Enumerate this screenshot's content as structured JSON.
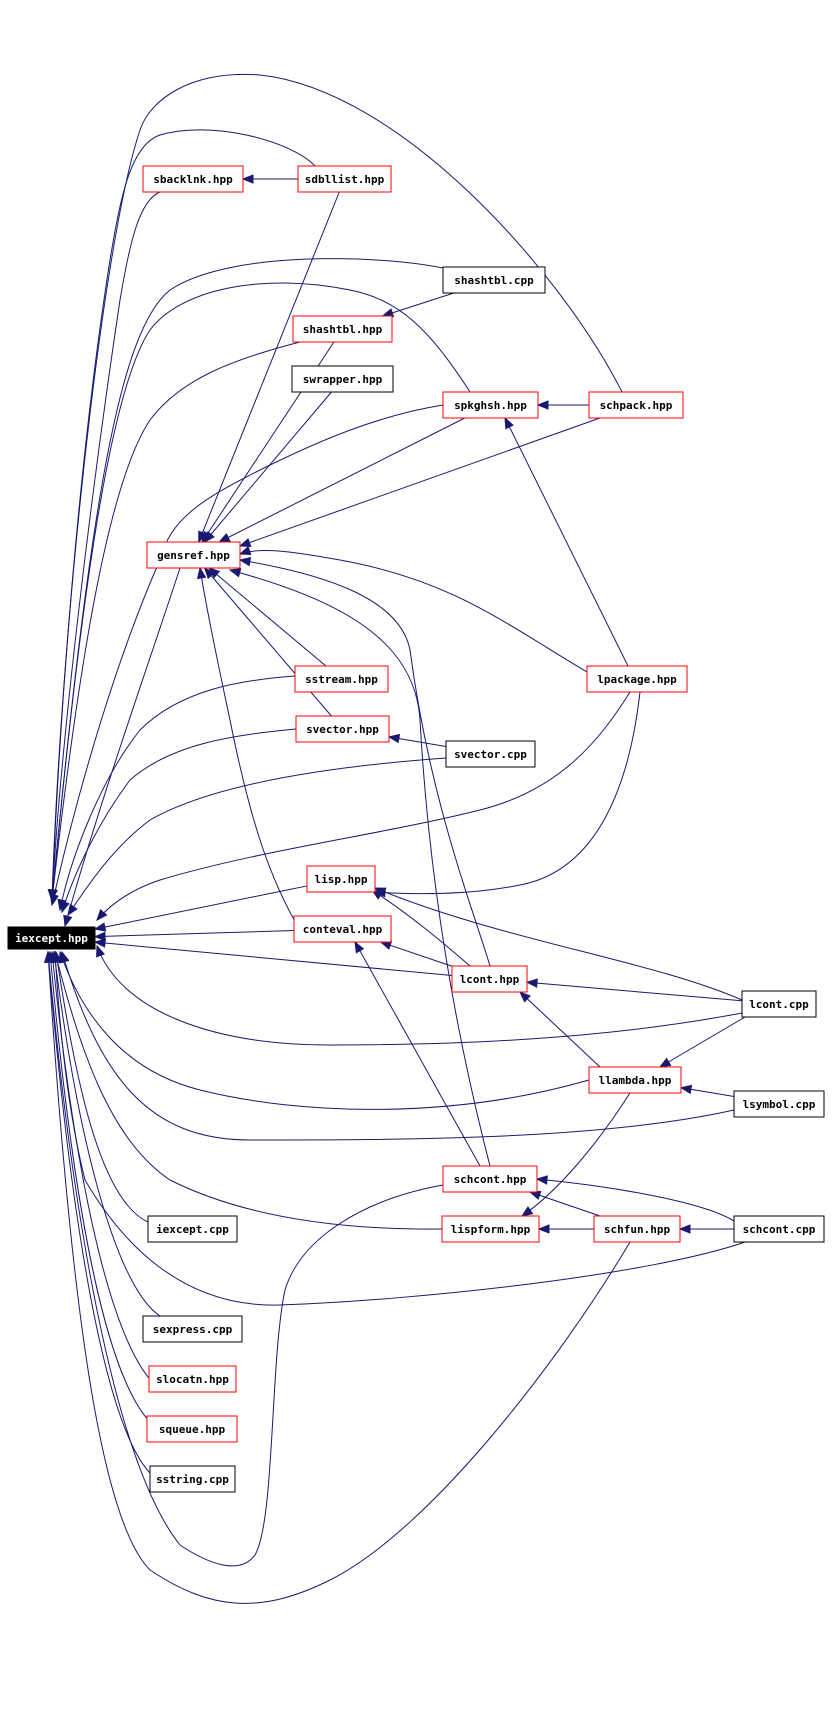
{
  "colors": {
    "edge": "#191970",
    "documented_border": "#ff0000",
    "plain_border": "#000000",
    "root_fill": "#000000",
    "root_text": "#ffffff",
    "node_fill": "#ffffff",
    "node_text": "#000000"
  },
  "nodes": [
    {
      "id": "iexcept_hpp",
      "label": "iexcept.hpp",
      "style": "root"
    },
    {
      "id": "sbacklnk_hpp",
      "label": "sbacklnk.hpp",
      "style": "red"
    },
    {
      "id": "sdbllist_hpp",
      "label": "sdbllist.hpp",
      "style": "red"
    },
    {
      "id": "shashtbl_cpp",
      "label": "shashtbl.cpp",
      "style": "black"
    },
    {
      "id": "shashtbl_hpp",
      "label": "shashtbl.hpp",
      "style": "red"
    },
    {
      "id": "swrapper_hpp",
      "label": "swrapper.hpp",
      "style": "black"
    },
    {
      "id": "spkghsh_hpp",
      "label": "spkghsh.hpp",
      "style": "red"
    },
    {
      "id": "schpack_hpp",
      "label": "schpack.hpp",
      "style": "red"
    },
    {
      "id": "gensref_hpp",
      "label": "gensref.hpp",
      "style": "red"
    },
    {
      "id": "sstream_hpp",
      "label": "sstream.hpp",
      "style": "red"
    },
    {
      "id": "lpackage_hpp",
      "label": "lpackage.hpp",
      "style": "red"
    },
    {
      "id": "svector_hpp",
      "label": "svector.hpp",
      "style": "red"
    },
    {
      "id": "svector_cpp",
      "label": "svector.cpp",
      "style": "black"
    },
    {
      "id": "lisp_hpp",
      "label": "lisp.hpp",
      "style": "red"
    },
    {
      "id": "conteval_hpp",
      "label": "conteval.hpp",
      "style": "red"
    },
    {
      "id": "lcont_hpp",
      "label": "lcont.hpp",
      "style": "red"
    },
    {
      "id": "lcont_cpp",
      "label": "lcont.cpp",
      "style": "black"
    },
    {
      "id": "llambda_hpp",
      "label": "llambda.hpp",
      "style": "red"
    },
    {
      "id": "lsymbol_cpp",
      "label": "lsymbol.cpp",
      "style": "black"
    },
    {
      "id": "schcont_hpp",
      "label": "schcont.hpp",
      "style": "red"
    },
    {
      "id": "iexcept_cpp",
      "label": "iexcept.cpp",
      "style": "black"
    },
    {
      "id": "lispform_hpp",
      "label": "lispform.hpp",
      "style": "red"
    },
    {
      "id": "schfun_hpp",
      "label": "schfun.hpp",
      "style": "red"
    },
    {
      "id": "schcont_cpp",
      "label": "schcont.cpp",
      "style": "black"
    },
    {
      "id": "sexpress_cpp",
      "label": "sexpress.cpp",
      "style": "black"
    },
    {
      "id": "slocatn_hpp",
      "label": "slocatn.hpp",
      "style": "red"
    },
    {
      "id": "squeue_hpp",
      "label": "squeue.hpp",
      "style": "red"
    },
    {
      "id": "sstring_cpp",
      "label": "sstring.cpp",
      "style": "black"
    }
  ],
  "edges": [
    [
      "sbacklnk_hpp",
      "iexcept_hpp"
    ],
    [
      "sdbllist_hpp",
      "sbacklnk_hpp"
    ],
    [
      "sdbllist_hpp",
      "iexcept_hpp"
    ],
    [
      "sdbllist_hpp",
      "gensref_hpp"
    ],
    [
      "schpack_hpp",
      "iexcept_hpp"
    ],
    [
      "shashtbl_cpp",
      "iexcept_hpp"
    ],
    [
      "shashtbl_cpp",
      "shashtbl_hpp"
    ],
    [
      "shashtbl_hpp",
      "iexcept_hpp"
    ],
    [
      "shashtbl_hpp",
      "gensref_hpp"
    ],
    [
      "swrapper_hpp",
      "gensref_hpp"
    ],
    [
      "spkghsh_hpp",
      "iexcept_hpp"
    ],
    [
      "spkghsh_hpp",
      "shashtbl_hpp"
    ],
    [
      "spkghsh_hpp",
      "gensref_hpp"
    ],
    [
      "schpack_hpp",
      "spkghsh_hpp"
    ],
    [
      "schpack_hpp",
      "gensref_hpp"
    ],
    [
      "gensref_hpp",
      "iexcept_hpp"
    ],
    [
      "sstream_hpp",
      "iexcept_hpp"
    ],
    [
      "sstream_hpp",
      "gensref_hpp"
    ],
    [
      "svector_hpp",
      "iexcept_hpp"
    ],
    [
      "svector_hpp",
      "gensref_hpp"
    ],
    [
      "svector_cpp",
      "svector_hpp"
    ],
    [
      "svector_cpp",
      "iexcept_hpp"
    ],
    [
      "lpackage_hpp",
      "iexcept_hpp"
    ],
    [
      "lpackage_hpp",
      "gensref_hpp"
    ],
    [
      "lpackage_hpp",
      "spkghsh_hpp"
    ],
    [
      "lpackage_hpp",
      "lisp_hpp"
    ],
    [
      "lisp_hpp",
      "iexcept_hpp"
    ],
    [
      "conteval_hpp",
      "iexcept_hpp"
    ],
    [
      "conteval_hpp",
      "gensref_hpp"
    ],
    [
      "lcont_hpp",
      "iexcept_hpp"
    ],
    [
      "lcont_hpp",
      "conteval_hpp"
    ],
    [
      "lcont_hpp",
      "lisp_hpp"
    ],
    [
      "lcont_hpp",
      "gensref_hpp"
    ],
    [
      "lcont_cpp",
      "lcont_hpp"
    ],
    [
      "lcont_cpp",
      "lisp_hpp"
    ],
    [
      "lcont_cpp",
      "iexcept_hpp"
    ],
    [
      "lcont_cpp",
      "llambda_hpp"
    ],
    [
      "llambda_hpp",
      "iexcept_hpp"
    ],
    [
      "llambda_hpp",
      "lcont_hpp"
    ],
    [
      "llambda_hpp",
      "lispform_hpp"
    ],
    [
      "lsymbol_cpp",
      "llambda_hpp"
    ],
    [
      "lsymbol_cpp",
      "iexcept_hpp"
    ],
    [
      "schcont_hpp",
      "conteval_hpp"
    ],
    [
      "schcont_hpp",
      "gensref_hpp"
    ],
    [
      "schcont_hpp",
      "iexcept_hpp"
    ],
    [
      "lispform_hpp",
      "iexcept_hpp"
    ],
    [
      "schfun_hpp",
      "lispform_hpp"
    ],
    [
      "schfun_hpp",
      "schcont_hpp"
    ],
    [
      "schfun_hpp",
      "iexcept_hpp"
    ],
    [
      "schcont_cpp",
      "schfun_hpp"
    ],
    [
      "schcont_cpp",
      "schcont_hpp"
    ],
    [
      "schcont_cpp",
      "iexcept_hpp"
    ],
    [
      "iexcept_cpp",
      "iexcept_hpp"
    ],
    [
      "sexpress_cpp",
      "iexcept_hpp"
    ],
    [
      "slocatn_hpp",
      "iexcept_hpp"
    ],
    [
      "squeue_hpp",
      "iexcept_hpp"
    ],
    [
      "sstring_cpp",
      "iexcept_hpp"
    ]
  ]
}
